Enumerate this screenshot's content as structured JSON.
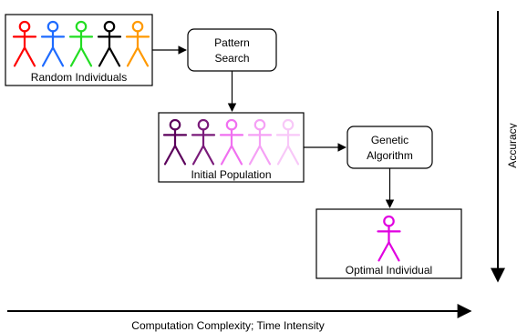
{
  "diagram": {
    "stages": {
      "random": {
        "label": "Random Individuals"
      },
      "initial": {
        "label": "Initial Population"
      },
      "optimal": {
        "label": "Optimal Individual"
      }
    },
    "processes": {
      "pattern": {
        "line1": "Pattern",
        "line2": "Search"
      },
      "genetic": {
        "line1": "Genetic",
        "line2": "Algorithm"
      }
    },
    "axes": {
      "horizontal": "Computation Complexity; Time Intensity",
      "vertical": "Accuracy"
    },
    "colors": {
      "random": [
        "#ff0000",
        "#1e6bff",
        "#22dd22",
        "#000000",
        "#ff9900"
      ],
      "initial": [
        "#5b005b",
        "#7a1b7a",
        "#f070f0",
        "#f5a0f5",
        "#f8c8f8"
      ],
      "optimal": [
        "#e000e0"
      ]
    }
  }
}
